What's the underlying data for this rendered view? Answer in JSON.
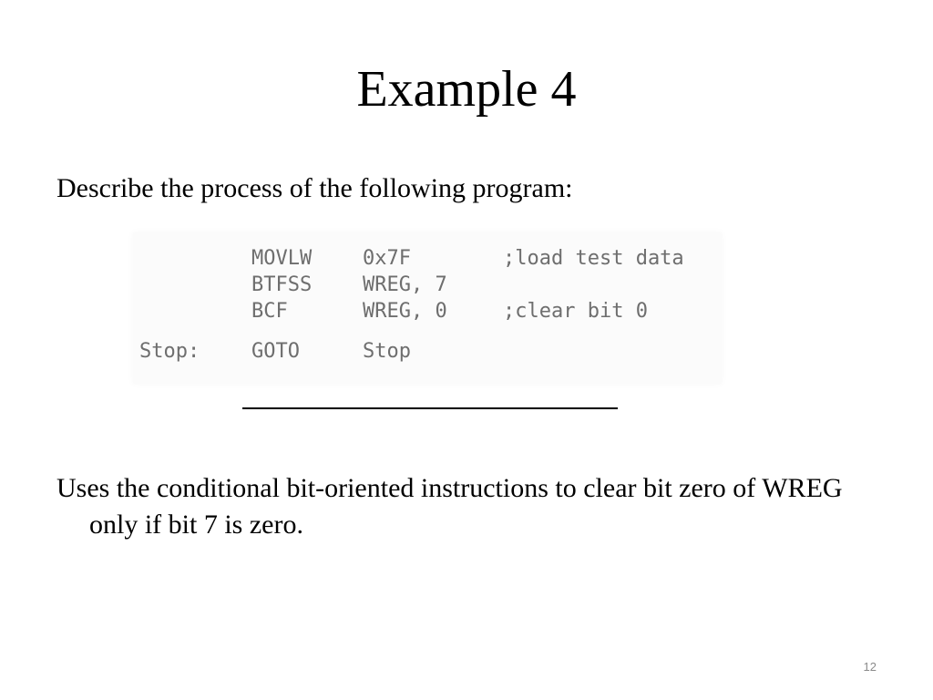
{
  "slide": {
    "title": "Example 4",
    "prompt": "Describe the process of the following program:",
    "code": [
      {
        "label": "",
        "op": "MOVLW",
        "arg": "0x7F",
        "comment": ";load test data"
      },
      {
        "label": "",
        "op": "BTFSS",
        "arg": "WREG, 7",
        "comment": ""
      },
      {
        "label": "",
        "op": "BCF",
        "arg": "WREG, 0",
        "comment": ";clear bit 0"
      },
      {
        "label": "Stop:",
        "op": "GOTO",
        "arg": "Stop",
        "comment": ""
      }
    ],
    "answer": "Uses the conditional bit-oriented instructions to clear bit zero of WREG only if bit 7 is zero.",
    "page_number": "12"
  }
}
